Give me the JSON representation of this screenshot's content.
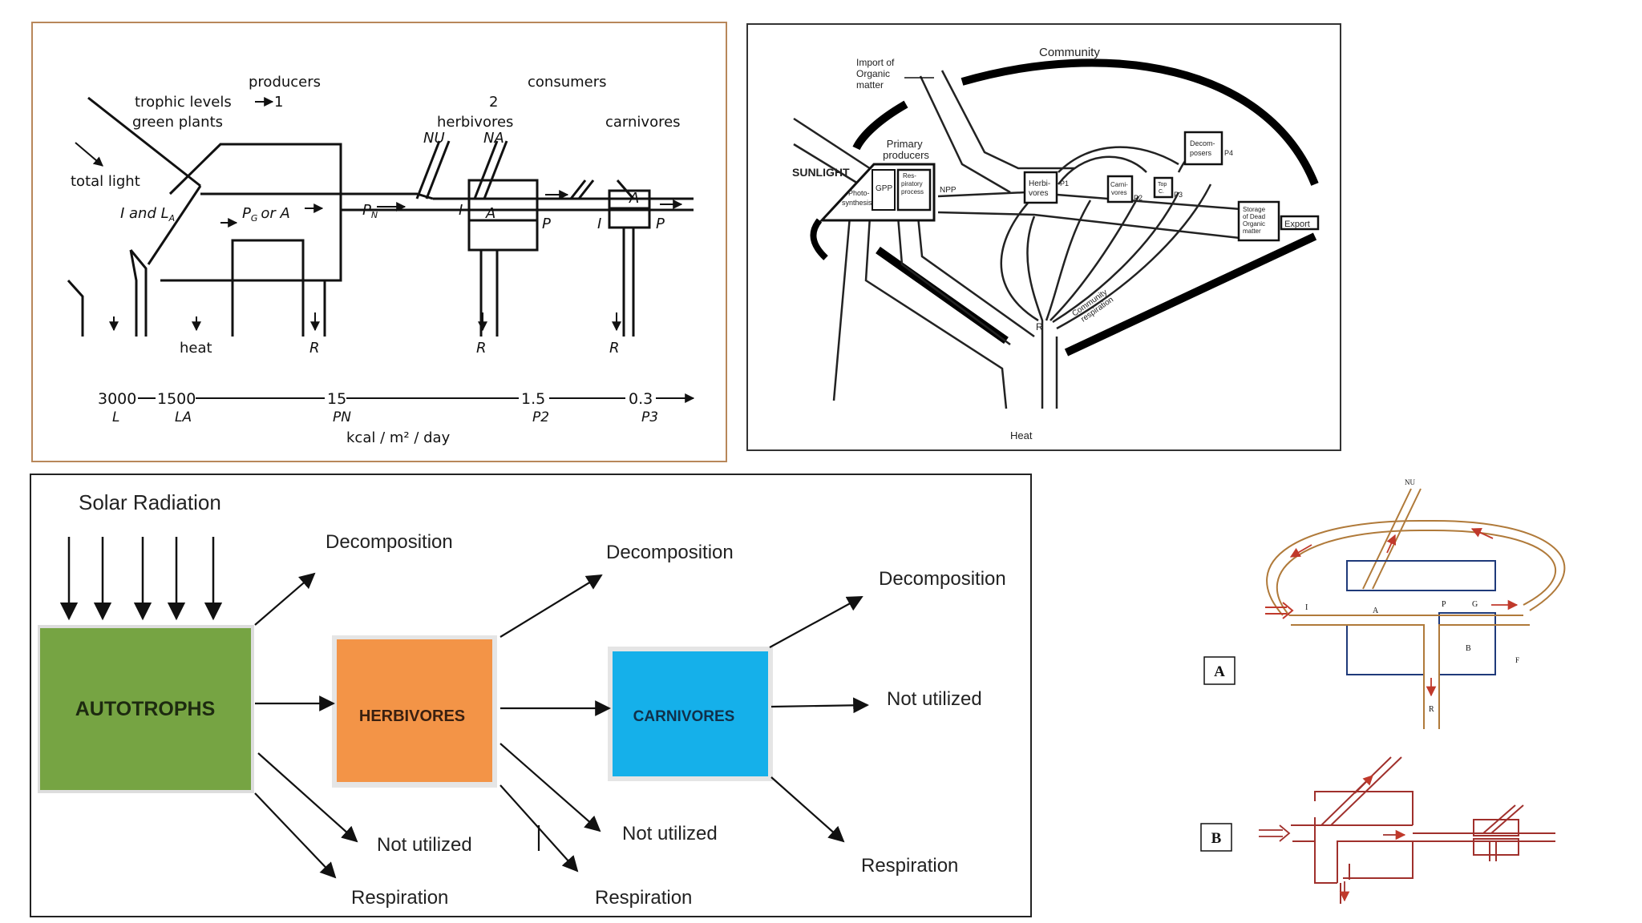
{
  "panel1": {
    "producers": "producers",
    "consumers": "consumers",
    "trophic_levels": "trophic levels",
    "level1": "1",
    "level2": "2",
    "green_plants": "green plants",
    "herbivores": "herbivores",
    "carnivores": "carnivores",
    "nu": "NU",
    "na": "NA",
    "total_light": "total light",
    "i_and_la": "I and L",
    "la_sub": "A",
    "pg_or_a": "P",
    "pg_sub": "G",
    "pg_or_a_rest": "or A",
    "pn": "P",
    "pn_sub": "N",
    "i": "I",
    "a": "A",
    "p": "P",
    "heat": "heat",
    "r": "R",
    "scale_values": [
      "3000",
      "1500",
      "15",
      "1.5",
      "0.3"
    ],
    "scale_labels": [
      "L",
      "LA",
      "PN",
      "P2",
      "P3"
    ],
    "units": "kcal / m² / day"
  },
  "panel2": {
    "community": "Community",
    "import": [
      "Import of",
      "Organic",
      "matter"
    ],
    "primary_producers": [
      "Primary",
      "producers"
    ],
    "sunlight": "SUNLIGHT",
    "photosynthesis": [
      "Photo-",
      "synthesis"
    ],
    "gpp": "GPP",
    "resp_process": [
      "Res-",
      "piratory",
      "process"
    ],
    "npp": "NPP",
    "herbivores": [
      "Herbi-",
      "vores"
    ],
    "carnivores": [
      "Carni-",
      "vores"
    ],
    "top": [
      "Top",
      "C."
    ],
    "decomposers": [
      "Decom-",
      "posers"
    ],
    "storage": [
      "Storage",
      "of Dead",
      "Organic",
      "matter"
    ],
    "export": "Export",
    "community_respiration": [
      "Community",
      "respiration"
    ],
    "r": "R",
    "heat": "Heat",
    "p1": "P1",
    "p2": "P2",
    "p3": "P3",
    "p4": "P4"
  },
  "panel3": {
    "solar": "Solar Radiation",
    "autotrophs": "AUTOTROPHS",
    "herbivores": "HERBIVORES",
    "carnivores": "CARNIVORES",
    "decomposition": "Decomposition",
    "not_utilized": "Not utilized",
    "respiration": "Respiration",
    "colors": {
      "autotrophs": "#76A443",
      "herbivores": "#F39447",
      "carnivores": "#15B0EA"
    }
  },
  "panel4": {
    "nu": "NU",
    "i": "I",
    "a": "A",
    "p": "P",
    "g": "G",
    "b": "B",
    "f": "F",
    "r": "R",
    "label_a": "A",
    "label_b": "B",
    "colors": {
      "flow": "#B07A3A",
      "box": "#1F3A7A",
      "arrow": "#C0392B",
      "b_line": "#A0302C"
    }
  }
}
